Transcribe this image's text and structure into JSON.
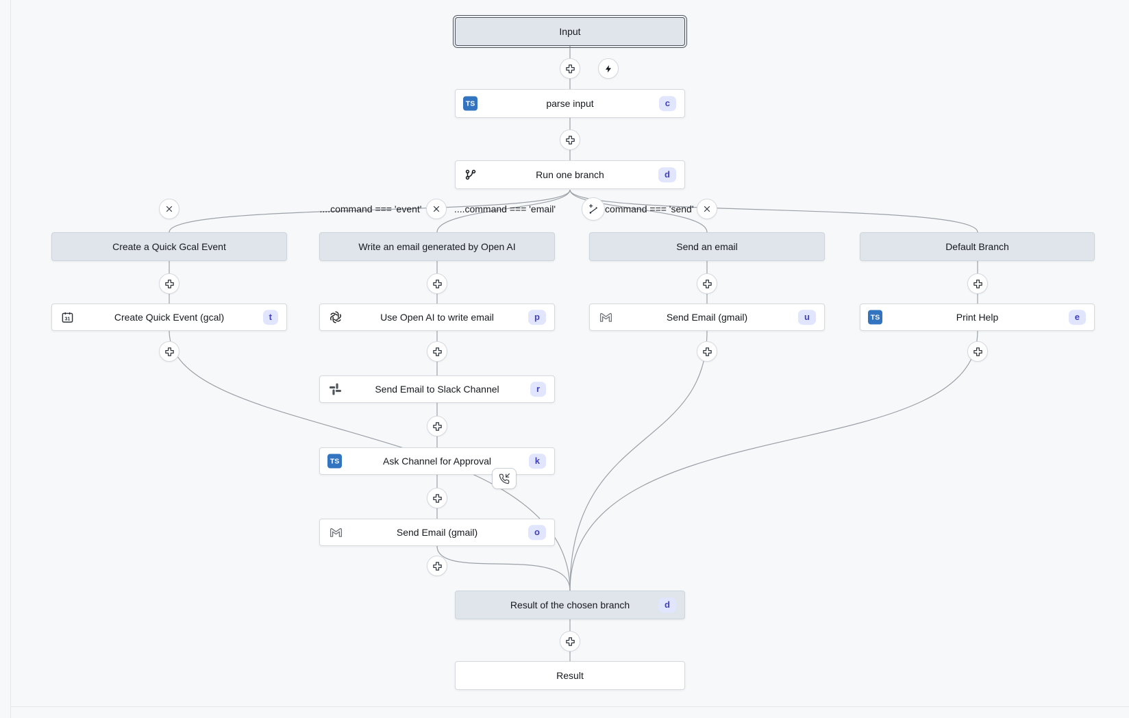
{
  "icons": {
    "typescript": "TS"
  },
  "colors": {
    "background": "#f7f8fa",
    "header_bg": "#dfe5eb",
    "node_bg": "#ffffff",
    "badge_bg": "#e1e5fd",
    "badge_text": "#4141bd",
    "typescript_blue": "#3274c0",
    "selected_border": "#4a525d",
    "edge": "#9ba1a8"
  },
  "flow": {
    "input": {
      "label": "Input"
    },
    "parse": {
      "label": "parse input",
      "badge": "c"
    },
    "run_one_branch": {
      "label": "Run one branch",
      "badge": "d"
    },
    "conditions": {
      "event": "....command === 'event'",
      "email": "....command === 'email'",
      "send": "....command === 'send'"
    },
    "branches": {
      "gcal": {
        "header": "Create a Quick Gcal Event",
        "steps": {
          "create_event": {
            "label": "Create Quick Event (gcal)",
            "badge": "t"
          }
        }
      },
      "openai": {
        "header": "Write an email generated by Open AI",
        "steps": {
          "write_email": {
            "label": "Use Open AI to write email",
            "badge": "p"
          },
          "slack_message": {
            "label": "Send Email to Slack Channel",
            "badge": "r"
          },
          "approval": {
            "label": "Ask Channel for Approval",
            "badge": "k"
          },
          "gmail": {
            "label": "Send Email (gmail)",
            "badge": "o"
          }
        }
      },
      "send_email": {
        "header": "Send an email",
        "steps": {
          "gmail": {
            "label": "Send Email (gmail)",
            "badge": "u"
          }
        }
      },
      "default_branch": {
        "header": "Default Branch",
        "steps": {
          "print_help": {
            "label": "Print Help",
            "badge": "e"
          }
        }
      }
    },
    "result_branch": {
      "label": "Result of the chosen branch",
      "badge": "d"
    },
    "result": {
      "label": "Result"
    }
  }
}
